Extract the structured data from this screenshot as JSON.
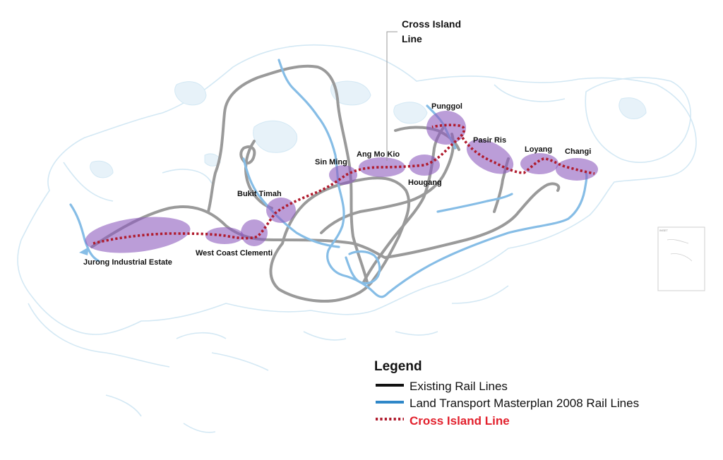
{
  "colors": {
    "coast": "#d3e8f4",
    "water_fill": "#e7f2f9",
    "existing_line": "#9a9a9a",
    "ltmp_line": "#86bde6",
    "cil_line": "#b01c2e",
    "station_zone": "#8e5cbe",
    "legend_existing": "#111111",
    "legend_ltmp": "#2f87c8",
    "legend_cil_text": "#e2202c"
  },
  "callout": {
    "line1": "Cross Island",
    "line2": "Line"
  },
  "stations": [
    {
      "id": "jurong",
      "label": "Jurong Industrial Estate"
    },
    {
      "id": "west-coast-clementi",
      "label": "West Coast Clementi"
    },
    {
      "id": "bukit-timah",
      "label": "Bukit Timah"
    },
    {
      "id": "sin-ming",
      "label": "Sin Ming"
    },
    {
      "id": "ang-mo-kio",
      "label": "Ang Mo Kio"
    },
    {
      "id": "hougang",
      "label": "Hougang"
    },
    {
      "id": "punggol",
      "label": "Punggol"
    },
    {
      "id": "pasir-ris",
      "label": "Pasir Ris"
    },
    {
      "id": "loyang",
      "label": "Loyang"
    },
    {
      "id": "changi",
      "label": "Changi"
    }
  ],
  "legend": {
    "title": "Legend",
    "items": [
      {
        "label": "Existing Rail Lines",
        "style": "solid",
        "color": "#111111"
      },
      {
        "label": "Land Transport Masterplan 2008 Rail Lines",
        "style": "solid",
        "color": "#2f87c8"
      },
      {
        "label": "Cross Island Line",
        "style": "dotted",
        "color": "#e2202c"
      }
    ]
  },
  "inset": {
    "title": "INSET"
  }
}
